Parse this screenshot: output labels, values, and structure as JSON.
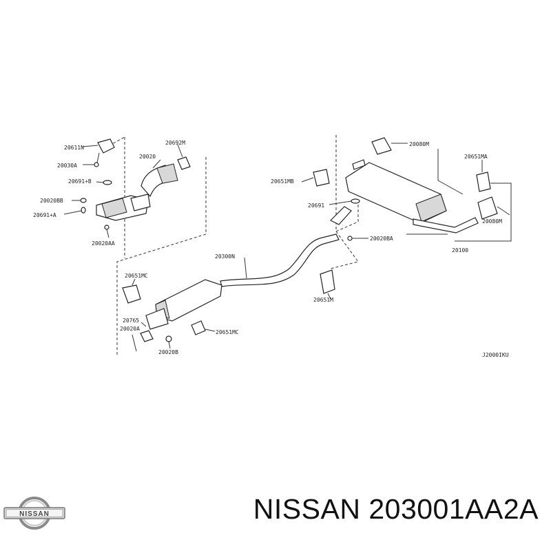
{
  "diagram": {
    "labels": {
      "p20611N": "20611N",
      "p20030A": "20030A",
      "p20691B": "20691+B",
      "p20020BB": "20020BB",
      "p20691A": "20691+A",
      "p20020AA": "20020AA",
      "p20020": "20020",
      "p20692M": "20692M",
      "p20080M_top": "20080M",
      "p20651MA": "20651MA",
      "p20651MB": "20651MB",
      "p20691": "20691",
      "p20080M_right": "20080M",
      "p20100": "20100",
      "p20020BA": "20020BA",
      "p20300N": "20300N",
      "p20651MC_left": "20651MC",
      "p20651M": "20651M",
      "p20765": "20765",
      "p20020A": "20020A",
      "p20651MC_bottom": "20651MC",
      "p20020B": "20020B",
      "ref_code": "J2000IKU"
    }
  },
  "footer": {
    "brand": "NISSAN",
    "part_number": "NISSAN 203001AA2A"
  }
}
